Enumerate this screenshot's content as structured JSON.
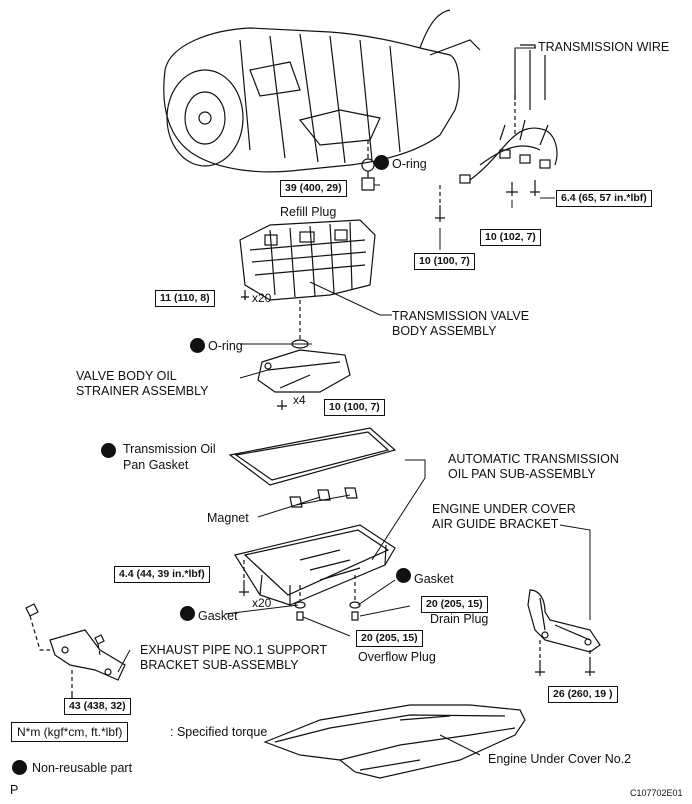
{
  "labels": {
    "transmission_wire": "TRANSMISSION WIRE",
    "o_ring_top": "O-ring",
    "refill_plug": "Refill Plug",
    "valve_body_line1": "TRANSMISSION VALVE",
    "valve_body_line2": "BODY ASSEMBLY",
    "o_ring_mid": "O-ring",
    "strainer_line1": "VALVE BODY OIL",
    "strainer_line2": "STRAINER ASSEMBLY",
    "oil_pan_gasket_line1": "Transmission Oil",
    "oil_pan_gasket_line2": "Pan Gasket",
    "oil_pan_line1": "AUTOMATIC TRANSMISSION",
    "oil_pan_line2": "OIL PAN SUB-ASSEMBLY",
    "air_guide_line1": "ENGINE UNDER COVER",
    "air_guide_line2": "AIR GUIDE BRACKET",
    "magnet": "Magnet",
    "gasket_right": "Gasket",
    "gasket_left": "Gasket",
    "drain_plug": "Drain Plug",
    "overflow_plug": "Overflow Plug",
    "exhaust_line1": "EXHAUST PIPE NO.1 SUPPORT",
    "exhaust_line2": "BRACKET SUB-ASSEMBLY",
    "under_cover": "Engine Under Cover No.2"
  },
  "torques": {
    "refill": "39 (400, 29)",
    "wire_right": "6.4 (65, 57 in.*lbf)",
    "wire_mid": "10 (102, 7)",
    "wire_left": "10 (100, 7)",
    "valve_body": "11 (110, 8)",
    "strainer": "10 (100, 7)",
    "pan_bolts": "4.4 (44, 39 in.*lbf)",
    "drain": "20 (205, 15)",
    "overflow": "20 (205, 15)",
    "air_guide": "26 (260, 19 )",
    "exhaust": "43 (438, 32)"
  },
  "multipliers": {
    "valve_body": "x20",
    "strainer": "x4",
    "pan": "x20"
  },
  "legend": {
    "torque_units": "N*m (kgf*cm, ft.*lbf)",
    "torque_desc": ": Specified torque",
    "non_reusable": "Non-reusable part"
  },
  "footer": {
    "left_code": "P",
    "right_code": "C107702E01"
  }
}
